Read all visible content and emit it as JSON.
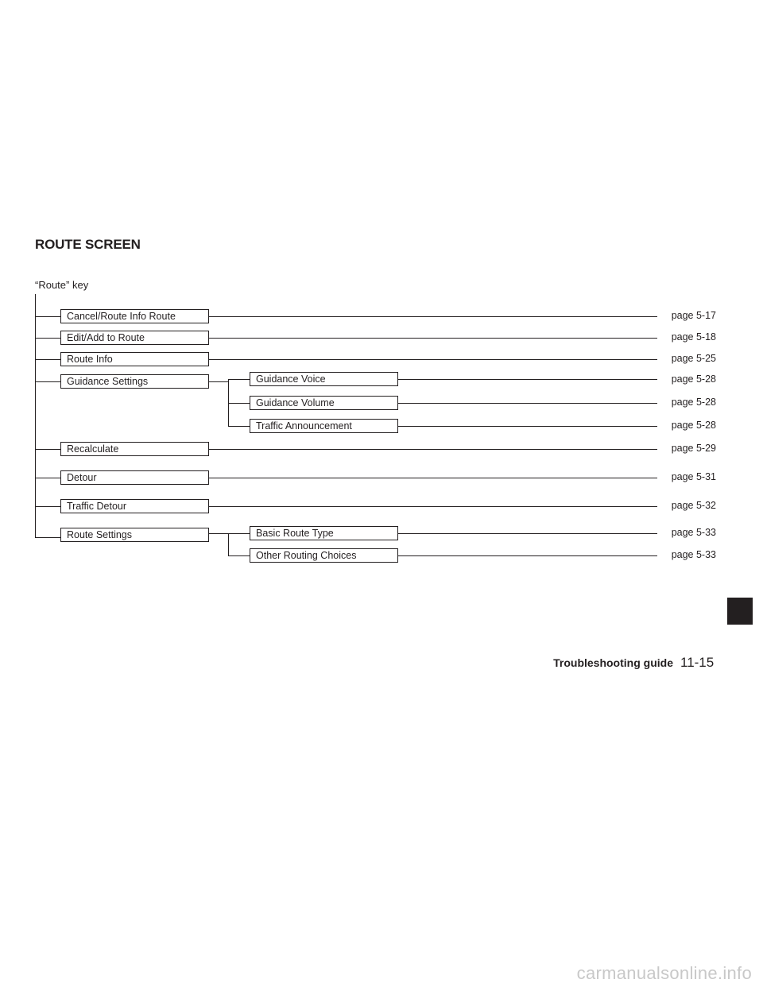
{
  "section": {
    "title": "ROUTE SCREEN",
    "key_label": "“Route” key"
  },
  "menu": [
    {
      "label": "Cancel/Route Info Route",
      "page": "page 5-17"
    },
    {
      "label": "Edit/Add to Route",
      "page": "page 5-18"
    },
    {
      "label": "Route Info",
      "page": "page 5-25"
    },
    {
      "label": "Guidance Settings",
      "children": [
        {
          "label": "Guidance Voice",
          "page": "page 5-28"
        },
        {
          "label": "Guidance Volume",
          "page": "page 5-28"
        },
        {
          "label": "Traffic Announcement",
          "page": "page 5-28"
        }
      ]
    },
    {
      "label": "Recalculate",
      "page": "page 5-29"
    },
    {
      "label": "Detour",
      "page": "page 5-31"
    },
    {
      "label": "Traffic Detour",
      "page": "page 5-32"
    },
    {
      "label": "Route Settings",
      "children": [
        {
          "label": "Basic Route Type",
          "page": "page 5-33"
        },
        {
          "label": "Other Routing Choices",
          "page": "page 5-33"
        }
      ]
    }
  ],
  "footer": {
    "section_name": "Troubleshooting guide",
    "page_number": "11-15"
  },
  "watermark": "carmanualsonline.info",
  "colors": {
    "ink": "#231f20",
    "tab": "#231f20",
    "watermark": "#c8c8c8"
  }
}
